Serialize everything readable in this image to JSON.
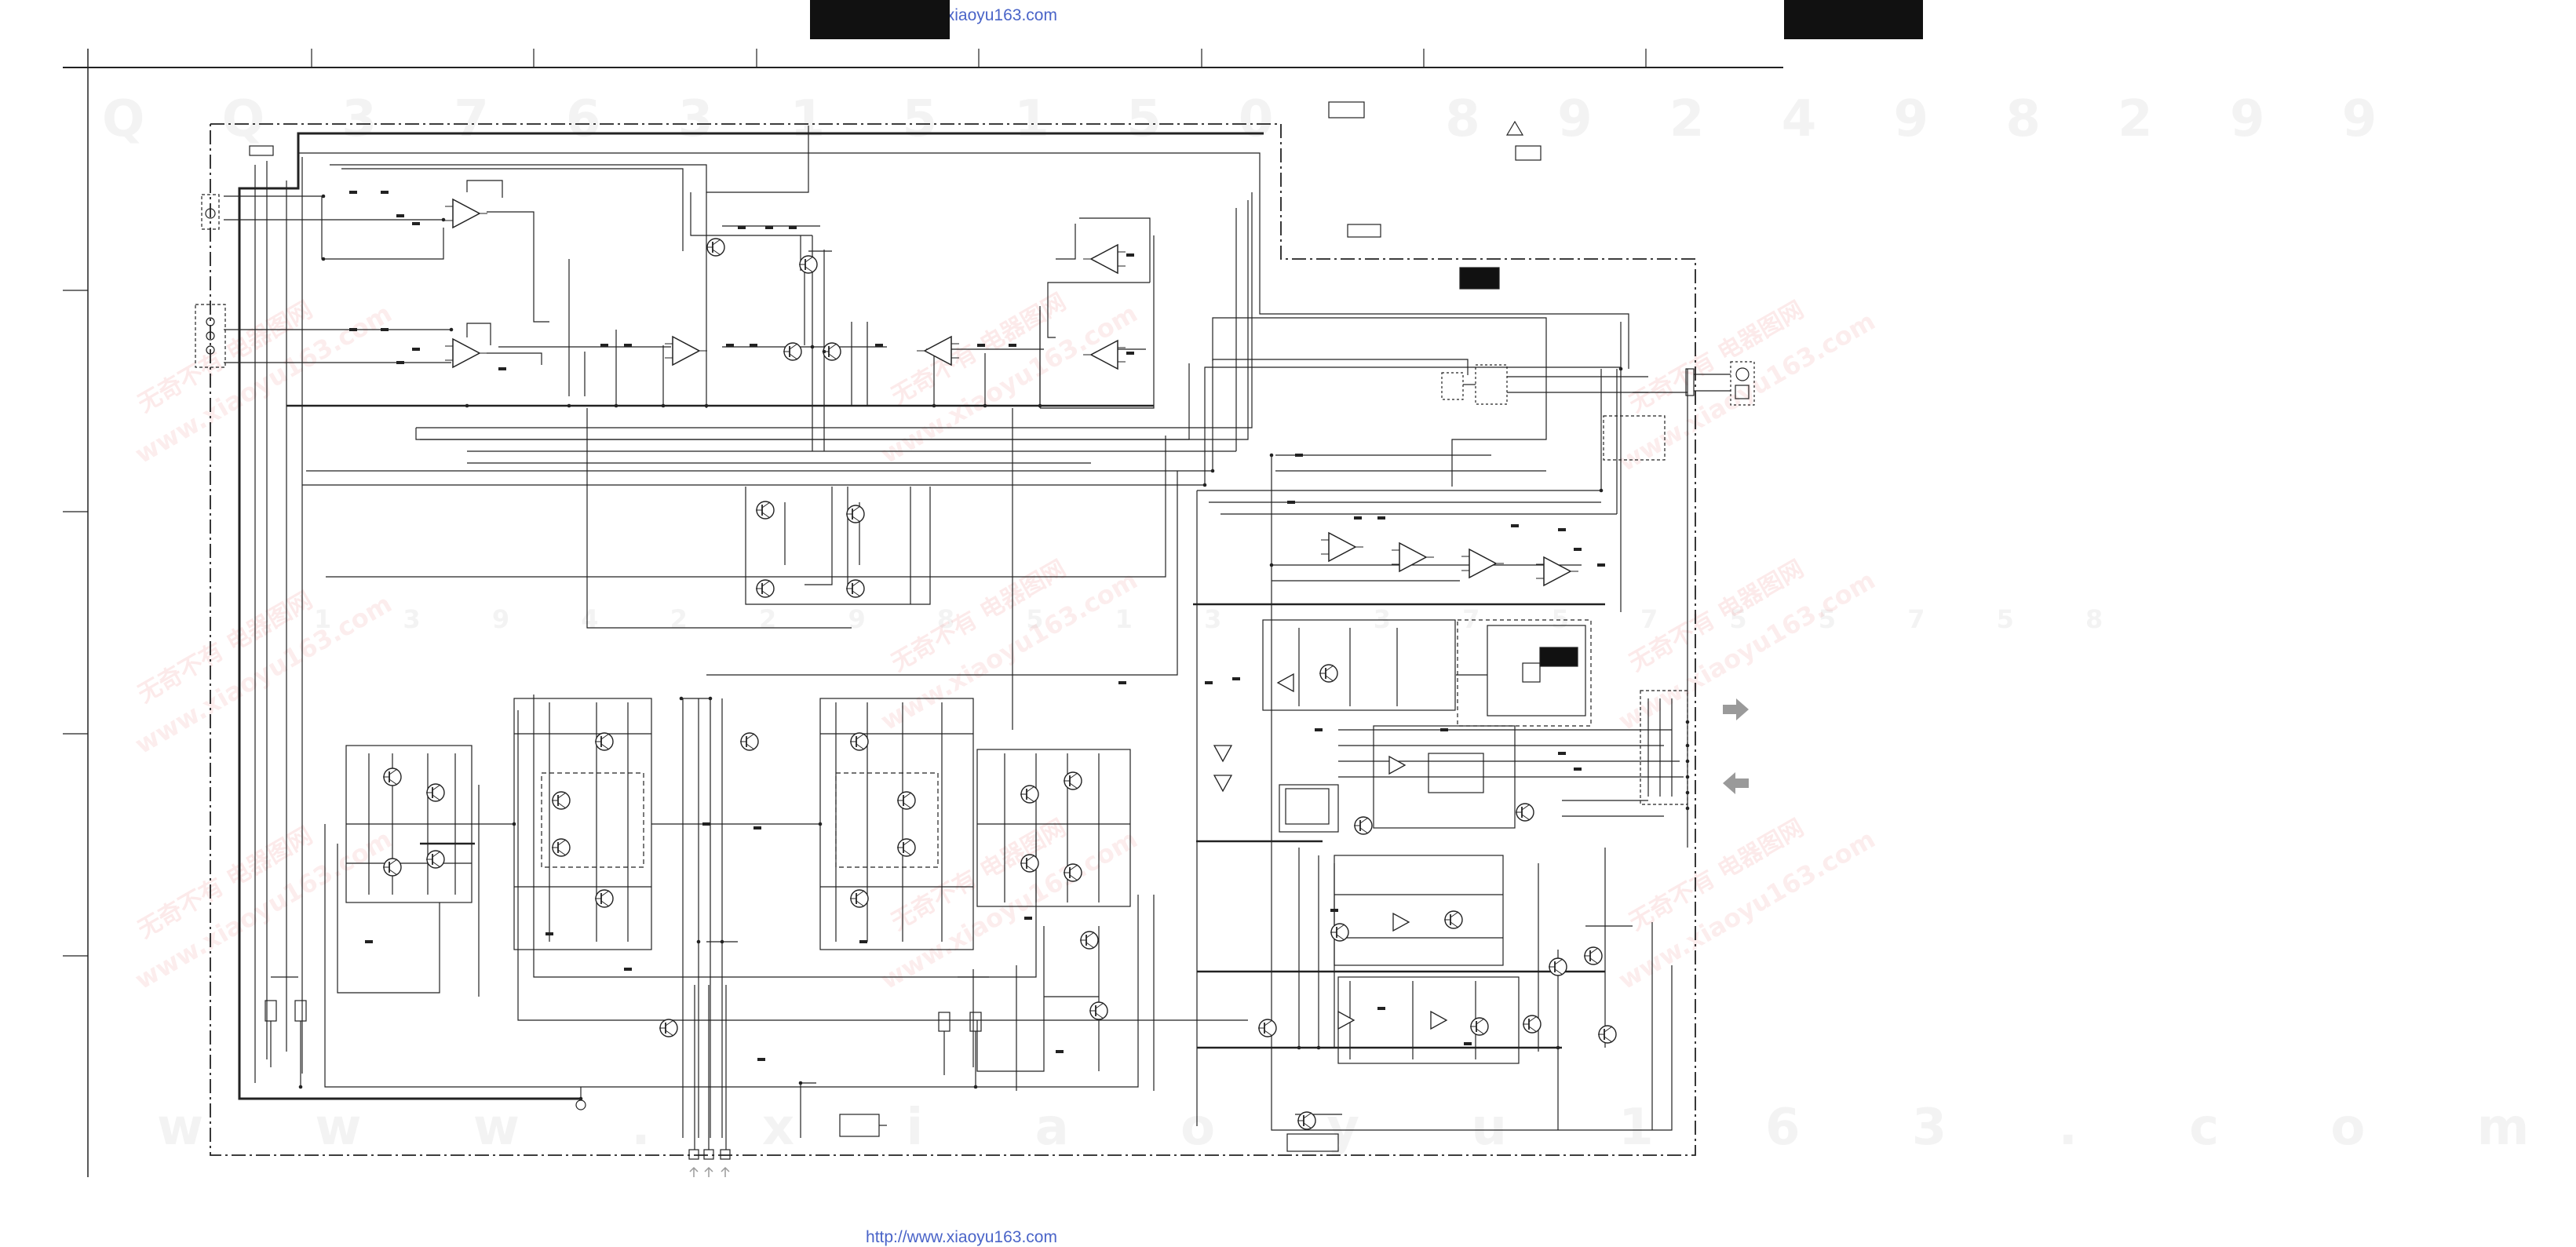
{
  "watermark": {
    "url_top": "http://www.xiaoyu163.com",
    "url_bottom": "http://www.xiaoyu163.com",
    "digits_top": "Q Q 3 7 6 3 1 5 1 5 0   8 9 2 4 9 8 2 9 9",
    "digits_middle": "1 3 9 4 2 2 9 8 5 1 3   3 7 5 7 5 5 7 5 8",
    "digits_bottom": "w w w . x i a o y u 1 6 3 . c o m",
    "chinese_mark": "无奇不有  电器图网",
    "url_diagonal": "www.xiaoyu163.com"
  },
  "colors": {
    "line": "#222222",
    "url_blue": "#4a64c8",
    "arrow_gray": "#9a9a9a"
  }
}
